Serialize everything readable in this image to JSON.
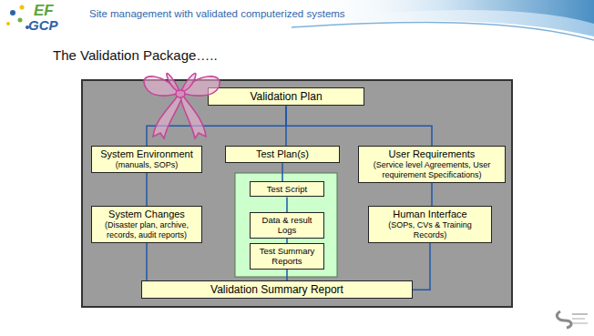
{
  "diagram": {
    "title": "The Validation Package…..",
    "nodes": [
      {
        "text": [
          "Validation Plan"
        ]
      },
      {
        "text": [
          "System Environment",
          "(manuals, SOPs)"
        ]
      },
      {
        "text": [
          "Test Plan(s)"
        ]
      },
      {
        "text": [
          "User Requirements",
          "(Service level Agreements, User requirement Specifications)"
        ]
      },
      {
        "text": [
          "Test Script"
        ]
      },
      {
        "text": [
          "System Changes",
          "(Disaster plan, archive, records, audit reports)"
        ]
      },
      {
        "text": [
          "Data & result Logs"
        ]
      },
      {
        "text": [
          "Human Interface",
          "(SOPs, CVs & Training Records)"
        ]
      },
      {
        "text": [
          "Test Summary Reports"
        ]
      },
      {
        "text": [
          "Validation Summary Report"
        ]
      }
    ],
    "edges": [
      {
        "from": 0,
        "to": 1,
        "arrow": "none"
      },
      {
        "from": 0,
        "to": 2,
        "arrow": "none"
      },
      {
        "from": 0,
        "to": 3,
        "arrow": "none"
      },
      {
        "from": 1,
        "to": 5,
        "arrow": "none"
      },
      {
        "from": 5,
        "to": 9,
        "arrow": "none"
      },
      {
        "from": 3,
        "to": 7,
        "arrow": "none"
      },
      {
        "from": 7,
        "to": 9,
        "arrow": "none"
      },
      {
        "from": 2,
        "to": 4,
        "arrow": "none"
      },
      {
        "from": 4,
        "to": 6,
        "arrow": "none"
      },
      {
        "from": 6,
        "to": 8,
        "arrow": "none"
      },
      {
        "from": 8,
        "to": 9,
        "arrow": "none"
      }
    ],
    "labels": [
      "EF",
      "GCP",
      "Site management with validated computerized systems"
    ]
  }
}
